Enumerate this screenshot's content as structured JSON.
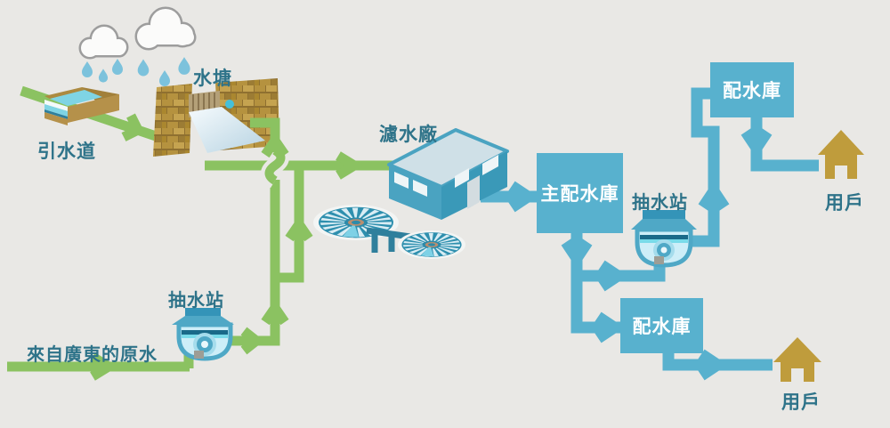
{
  "labels": {
    "reservoir": "水塘",
    "catchwater": "引水道",
    "raw_water_from_guangdong": "來自廣東的原水",
    "pumping_station_left": "抽水站",
    "filtration_plant": "濾水廠",
    "main_service_reservoir": "主配水庫",
    "pumping_station_right": "抽水站",
    "service_reservoir_top": "配水庫",
    "service_reservoir_bottom": "配水庫",
    "consumers_top": "用戶",
    "consumers_bottom": "用戶"
  },
  "colors": {
    "background": "#e9e8e5",
    "raw_water_green": "#8bc261",
    "treated_water_teal": "#58b1ce",
    "label_text": "#2e7389",
    "box_label_text": "#ffffff",
    "house_gold": "#bf9c3c",
    "cloud_outline": "#9d9d9d",
    "rain_drop_blue": "#7cc2dc",
    "dam_brick_tan": "#b5923f"
  },
  "edges": [
    {
      "from": "rain",
      "to": "reservoir",
      "water": "raw"
    },
    {
      "from": "catchwater",
      "to": "reservoir",
      "water": "raw"
    },
    {
      "from": "reservoir",
      "to": "filtration_plant",
      "water": "raw"
    },
    {
      "from": "raw_water_from_guangdong",
      "to": "pumping_station_left",
      "water": "raw"
    },
    {
      "from": "pumping_station_left",
      "to": "reservoir",
      "water": "raw"
    },
    {
      "from": "pumping_station_left",
      "to": "filtration_plant",
      "water": "raw"
    },
    {
      "from": "filtration_plant",
      "to": "main_service_reservoir",
      "water": "treated"
    },
    {
      "from": "main_service_reservoir",
      "to": "pumping_station_right",
      "water": "treated"
    },
    {
      "from": "pumping_station_right",
      "to": "service_reservoir_top",
      "water": "treated"
    },
    {
      "from": "service_reservoir_top",
      "to": "consumers_top",
      "water": "treated"
    },
    {
      "from": "main_service_reservoir",
      "to": "service_reservoir_bottom",
      "water": "treated"
    },
    {
      "from": "service_reservoir_bottom",
      "to": "consumers_bottom",
      "water": "treated"
    }
  ]
}
